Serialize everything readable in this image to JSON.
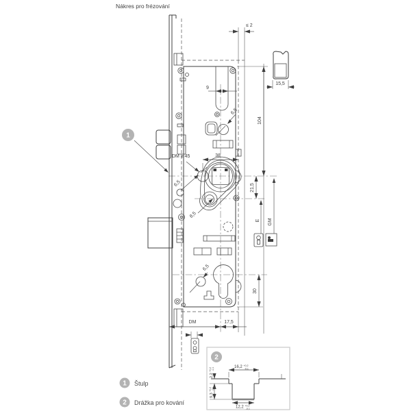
{
  "title": "Nákres pro frézování",
  "callout_1": "1",
  "legend": {
    "items": [
      {
        "num": "1",
        "label": "Štulp"
      },
      {
        "num": "2",
        "label": "Drážka pro kování"
      }
    ]
  },
  "dims": {
    "gap_top": "≤ 2",
    "profile_width": "15,5",
    "case_height": "104",
    "slot_width": "9",
    "hole_top": "6,5",
    "hole_mid": "6,5",
    "hole_bottom": "6,5",
    "hole_lever": "8,5",
    "width_38": "38",
    "backset_min": "DM ≥ 45",
    "nut_offset": "21,5",
    "entry_label": "E",
    "handle_label": "GM",
    "cylinder_offset": "30",
    "backset": "DM",
    "edge_offset": "17,5"
  },
  "detail": {
    "num": "2",
    "top_width": "16,2",
    "top_width_tol_plus": "+0,2",
    "top_width_tol_minus": "-0,1",
    "bottom_width": "12,2",
    "bottom_width_tol_plus": "+0,2",
    "bottom_width_tol_minus": "-0,1",
    "lip_depth": "2,2",
    "lip_depth_tol_plus": "+0,2",
    "lip_depth_tol_minus": "-0,1",
    "groove_depth": "9,3",
    "groove_depth_tol_plus": "+0,2",
    "groove_depth_tol_minus": "-0,1"
  },
  "colors": {
    "line": "#3f3f3f",
    "callout_bg": "#b3b3b3",
    "detail_border": "#c9c9c9"
  }
}
